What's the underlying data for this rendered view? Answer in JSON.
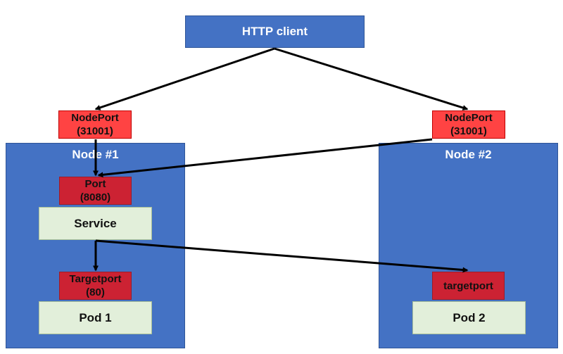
{
  "client": {
    "label": "HTTP client"
  },
  "node1": {
    "title": "Node #1",
    "nodeport": {
      "name": "NodePort",
      "value": "(31001)"
    },
    "port": {
      "name": "Port",
      "value": "(8080)"
    },
    "service": "Service",
    "targetport": {
      "name": "Targetport",
      "value": "(80)"
    },
    "pod": "Pod 1"
  },
  "node2": {
    "title": "Node #2",
    "nodeport": {
      "name": "NodePort",
      "value": "(31001)"
    },
    "targetport": "targetport",
    "pod": "Pod 2"
  }
}
